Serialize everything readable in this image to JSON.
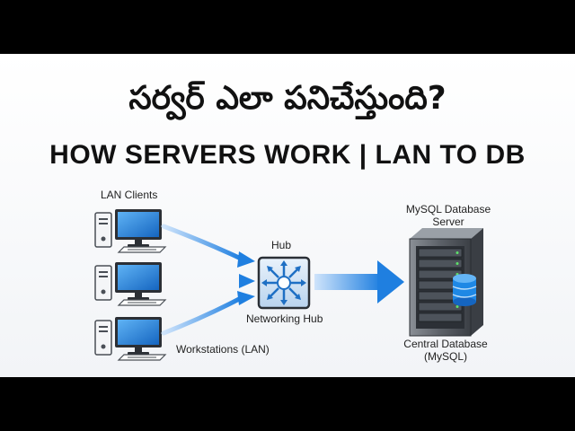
{
  "title_telugu": "సర్వర్ ఎలా పనిచేస్తుంది?",
  "title_english": "HOW SERVERS WORK | LAN TO DB",
  "labels": {
    "lan_clients": "LAN Clients",
    "workstations": "Workstations (LAN)",
    "hub_top": "Hub",
    "hub_bottom": "Networking Hub",
    "db_server_line1": "MySQL Database",
    "db_server_line2": "Server",
    "central_db_line1": "Central Database",
    "central_db_line2": "(MySQL)"
  },
  "colors": {
    "accent_blue": "#2f8de4",
    "dark_gray": "#3a3f46",
    "monitor_blue": "#1e88e5"
  }
}
